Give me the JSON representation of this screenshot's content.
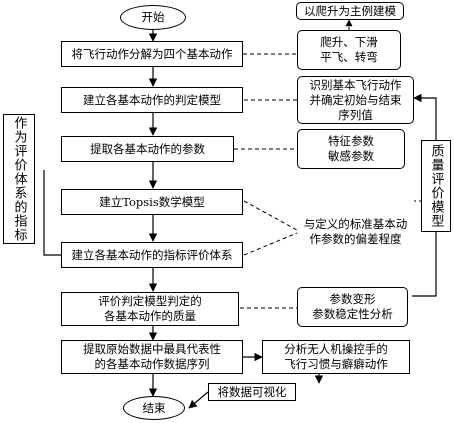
{
  "start": "开始",
  "end": "结束",
  "main_steps": [
    "将飞行动作分解为四个基本动作",
    "建立各基本动作的判定模型",
    "提取各基本动作的参数",
    "建立Topsis数学模型",
    "建立各基本动作的指标评价体系",
    "评价判定模型判定的\n各基本动作的质量",
    "提取原始数据中最具代表性\n的各基本动作数据序列"
  ],
  "notes": {
    "climb_example": "以爬升为主例建模",
    "maneuvers": "爬升、下滑\n平飞、转弯",
    "identify": "识别基本飞行动作\n并确定初始与结束\n序列值",
    "features": "特征参数\n敏感参数",
    "deviation": "与定义的标准基本动\n作参数的偏差程度",
    "analysis": "参数变形\n参数稳定性分析",
    "pilot_habits": "分析无人机操控手的\n飞行习惯与癖癖动作",
    "visualize": "将数据可视化"
  },
  "side_labels": {
    "left": "作为评价体系的指标",
    "right": "质量评价模型"
  }
}
